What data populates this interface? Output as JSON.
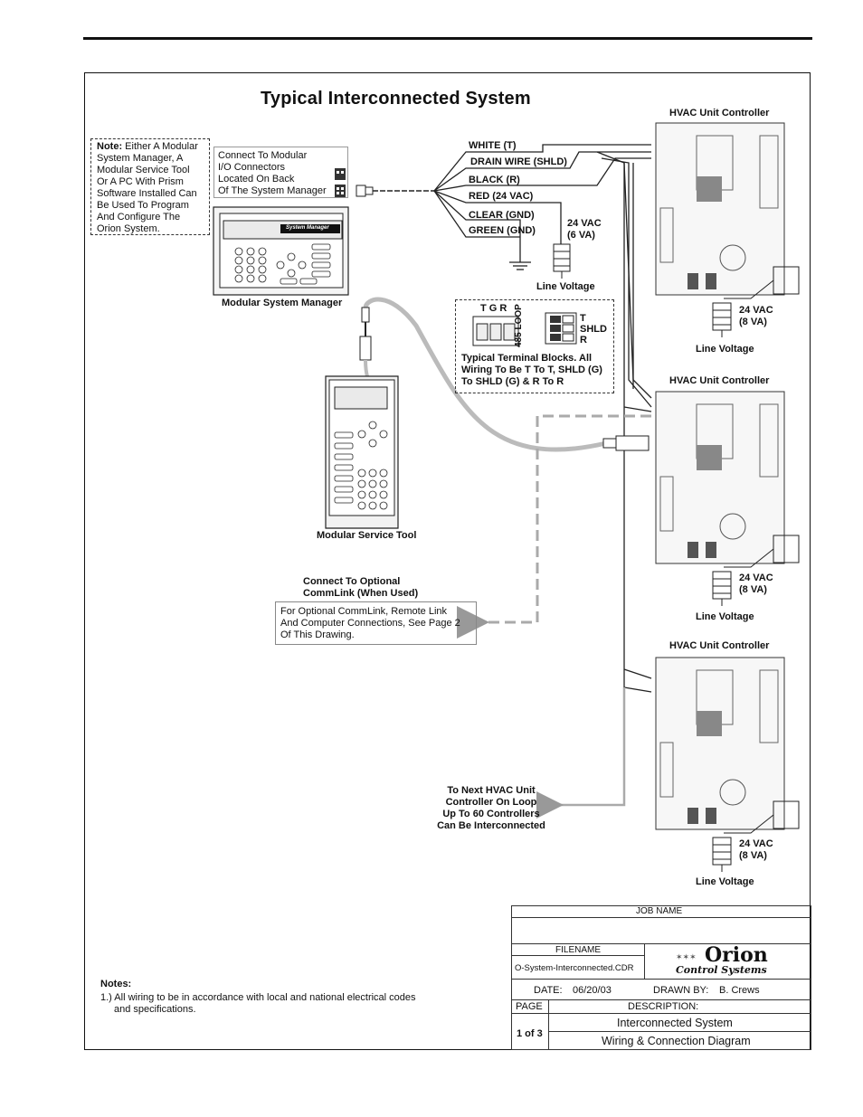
{
  "title": "Typical Interconnected System",
  "note": {
    "bold": "Note:",
    "lines": [
      " Either A Modular",
      "System Manager, A",
      "Modular Service Tool",
      "Or A PC With Prism",
      "Software Installed Can",
      "Be Used To Program",
      "And Configure The",
      "Orion System."
    ]
  },
  "connect_note": [
    "Connect To Modular",
    "I/O Connectors",
    "Located On Back",
    "Of The System Manager"
  ],
  "system_manager": {
    "caption": "Modular System Manager",
    "display_label": "System Manager"
  },
  "service_tool": {
    "caption": "Modular Service Tool"
  },
  "wires": [
    "WHITE (T)",
    "DRAIN WIRE (SHLD)",
    "BLACK (R)",
    "RED (24 VAC)",
    "CLEAR (GND)",
    "GREEN (GND)"
  ],
  "transformer_top": {
    "rating": "24 VAC",
    "va": "(6 VA)",
    "label": "Line Voltage"
  },
  "terminal_block": {
    "tgr": "T  G  R",
    "loop": "485 LOOP",
    "t": "T",
    "shld": "SHLD",
    "r": "R",
    "caption": [
      "Typical Terminal Blocks. All",
      "Wiring To Be T To T, SHLD (G)",
      "To SHLD (G) & R To R"
    ]
  },
  "controllers": [
    {
      "label": "HVAC Unit Controller",
      "rating": "24 VAC",
      "va": "(8 VA)",
      "line": "Line Voltage"
    },
    {
      "label": "HVAC Unit Controller",
      "rating": "24 VAC",
      "va": "(8 VA)",
      "line": "Line Voltage"
    },
    {
      "label": "HVAC Unit Controller",
      "rating": "24 VAC",
      "va": "(8 VA)",
      "line": "Line Voltage"
    }
  ],
  "commlink": {
    "heading": [
      "Connect To Optional",
      "CommLink (When Used)"
    ],
    "text": [
      "For Optional CommLink, Remote Link",
      "And Computer Connections, See Page 2",
      "Of This Drawing."
    ]
  },
  "next": [
    "To Next HVAC Unit",
    "Controller On Loop",
    "Up To 60 Controllers",
    "Can Be Interconnected"
  ],
  "notes": {
    "heading": "Notes:",
    "items": [
      "1.) All wiring to be in accordance with local and national electrical codes",
      "and specifications."
    ]
  },
  "title_block": {
    "job_name_label": "JOB NAME",
    "job_name": "",
    "filename_label": "FILENAME",
    "filename": "O-System-Interconnected.CDR",
    "date_label": "DATE:",
    "date": "06/20/03",
    "drawn_by_label": "DRAWN BY:",
    "drawn_by": "B. Crews",
    "page_label": "PAGE",
    "page": "1 of 3",
    "description_label": "DESCRIPTION:",
    "description_1": "Interconnected System",
    "description_2": "Wiring & Connection Diagram",
    "logo_name": "Orion",
    "logo_sub": "Control Systems"
  }
}
